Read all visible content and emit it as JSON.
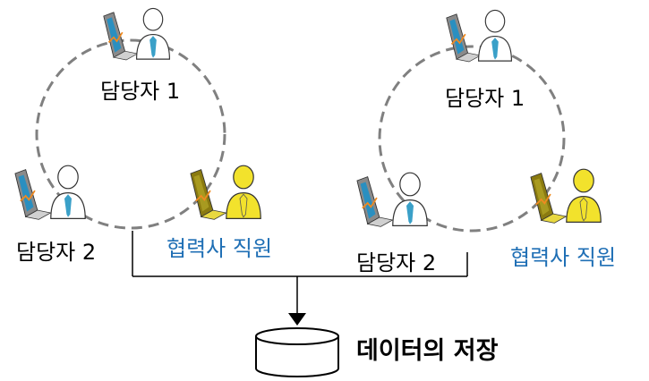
{
  "groups": [
    {
      "member_a": "담당자 1",
      "member_b": "담당자 2",
      "partner": "협력사 직원"
    },
    {
      "member_a": "담당자 1",
      "member_b": "담당자 2",
      "partner": "협력사 직원"
    }
  ],
  "storage": {
    "label": "데이터의 저장"
  },
  "colors": {
    "partner_text": "#1f6fb5",
    "dashed_circle": "#808080",
    "partner_figure": "#f2e22c",
    "staff_figure": "#ffffff",
    "tie": "#3aa0c8"
  },
  "icons": {
    "staff": "person-with-laptop-icon",
    "partner": "partner-person-with-laptop-icon",
    "storage": "database-cylinder-icon"
  }
}
